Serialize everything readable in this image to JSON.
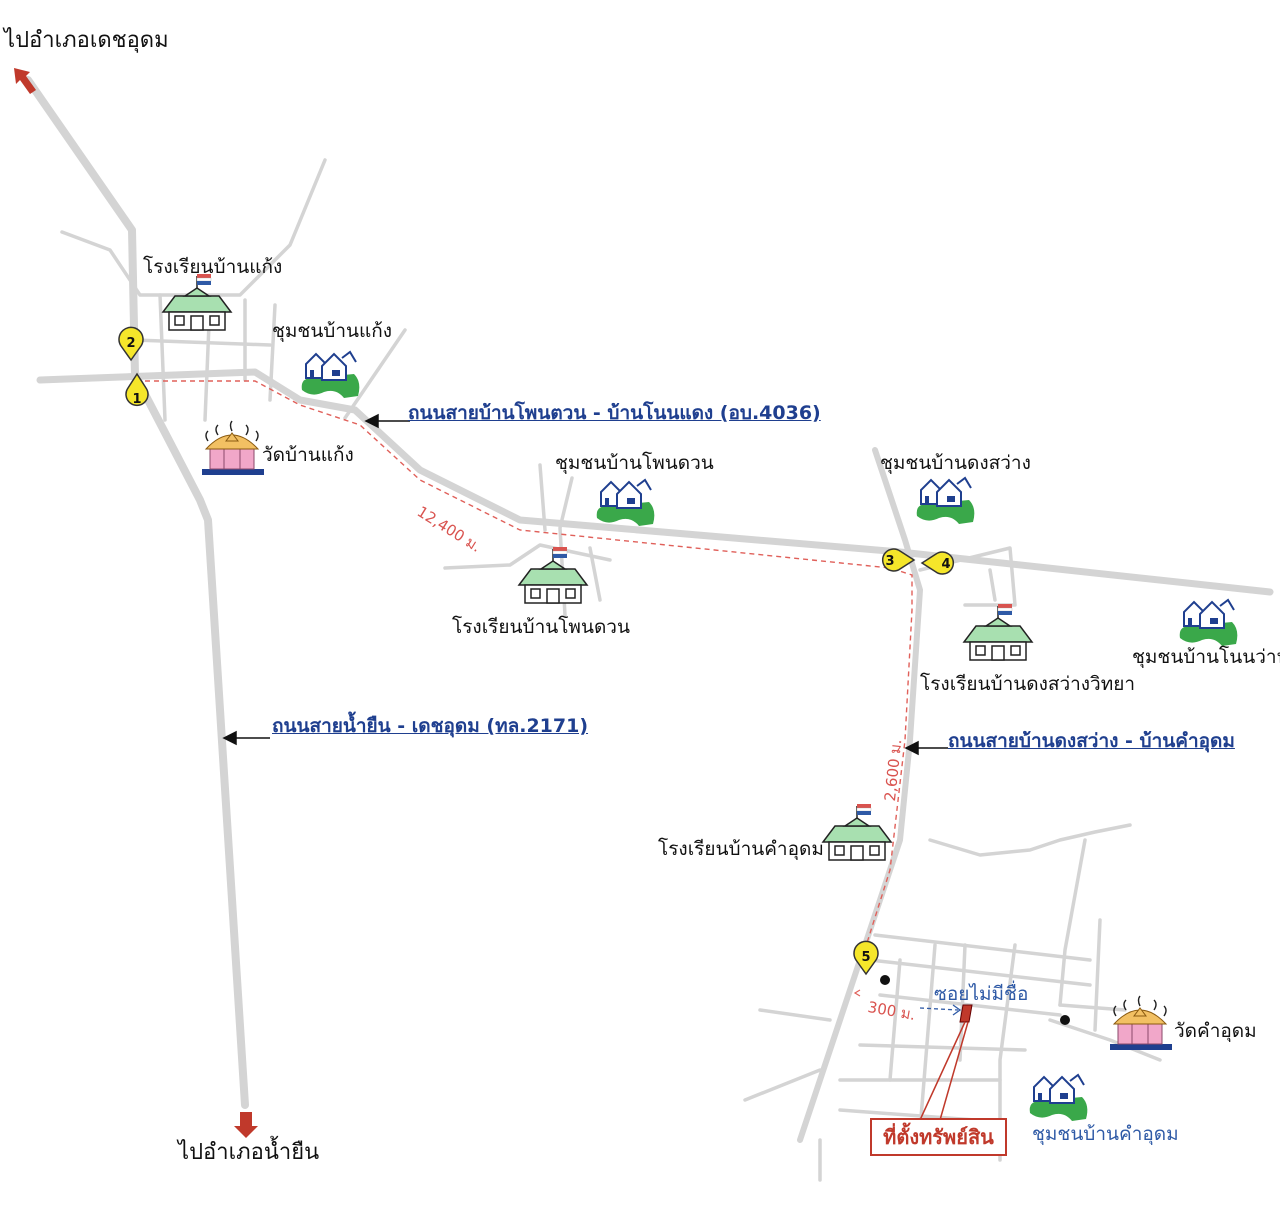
{
  "map": {
    "destinations": {
      "north": "ไปอำเภอเดชอุดม",
      "south": "ไปอำเภอน้ำยืน"
    },
    "roads": {
      "road_2171": "ถนนสายน้ำยืน - เดชอุดม (ทล.2171)",
      "road_4036": "ถนนสายบ้านโพนตวน - บ้านโนนแดง (อบ.4036)",
      "road_dongsawang": "ถนนสายบ้านดงสว่าง - บ้านคำอุดม",
      "soi": "ซอยไม่มีชื่อ"
    },
    "distances": {
      "segment_1": "12,400 ม.",
      "segment_2": "2,600 ม.",
      "segment_3": "300 ม."
    },
    "places": {
      "school_ban_kaeng": "โรงเรียนบ้านแก้ง",
      "community_ban_kaeng": "ชุมชนบ้านแก้ง",
      "temple_ban_kaeng": "วัดบ้านแก้ง",
      "community_phon_duan": "ชุมชนบ้านโพนดวน",
      "school_phon_duan": "โรงเรียนบ้านโพนดวน",
      "community_dong_sawang": "ชุมชนบ้านดงสว่าง",
      "school_dong_sawang": "โรงเรียนบ้านดงสว่างวิทยา",
      "community_non_wan": "ชุมชนบ้านโนนว่าน",
      "school_kham_udom": "โรงเรียนบ้านคำอุดม",
      "temple_kham_udom": "วัดคำอุดม",
      "community_kham_udom": "ชุมชนบ้านคำอุดม"
    },
    "property_label": "ที่ตั้งทรัพย์สิน",
    "markers": [
      "1",
      "2",
      "3",
      "4",
      "5"
    ],
    "colors": {
      "road": "#d4d4d4",
      "route": "#e0605a",
      "road_label": "#1f3f8f",
      "marker": "#f5e62a",
      "property": "#c0392b",
      "school_roof": "#a8e0b0",
      "community_green": "#3aa84a",
      "temple_body": "#f1a7c9"
    }
  }
}
